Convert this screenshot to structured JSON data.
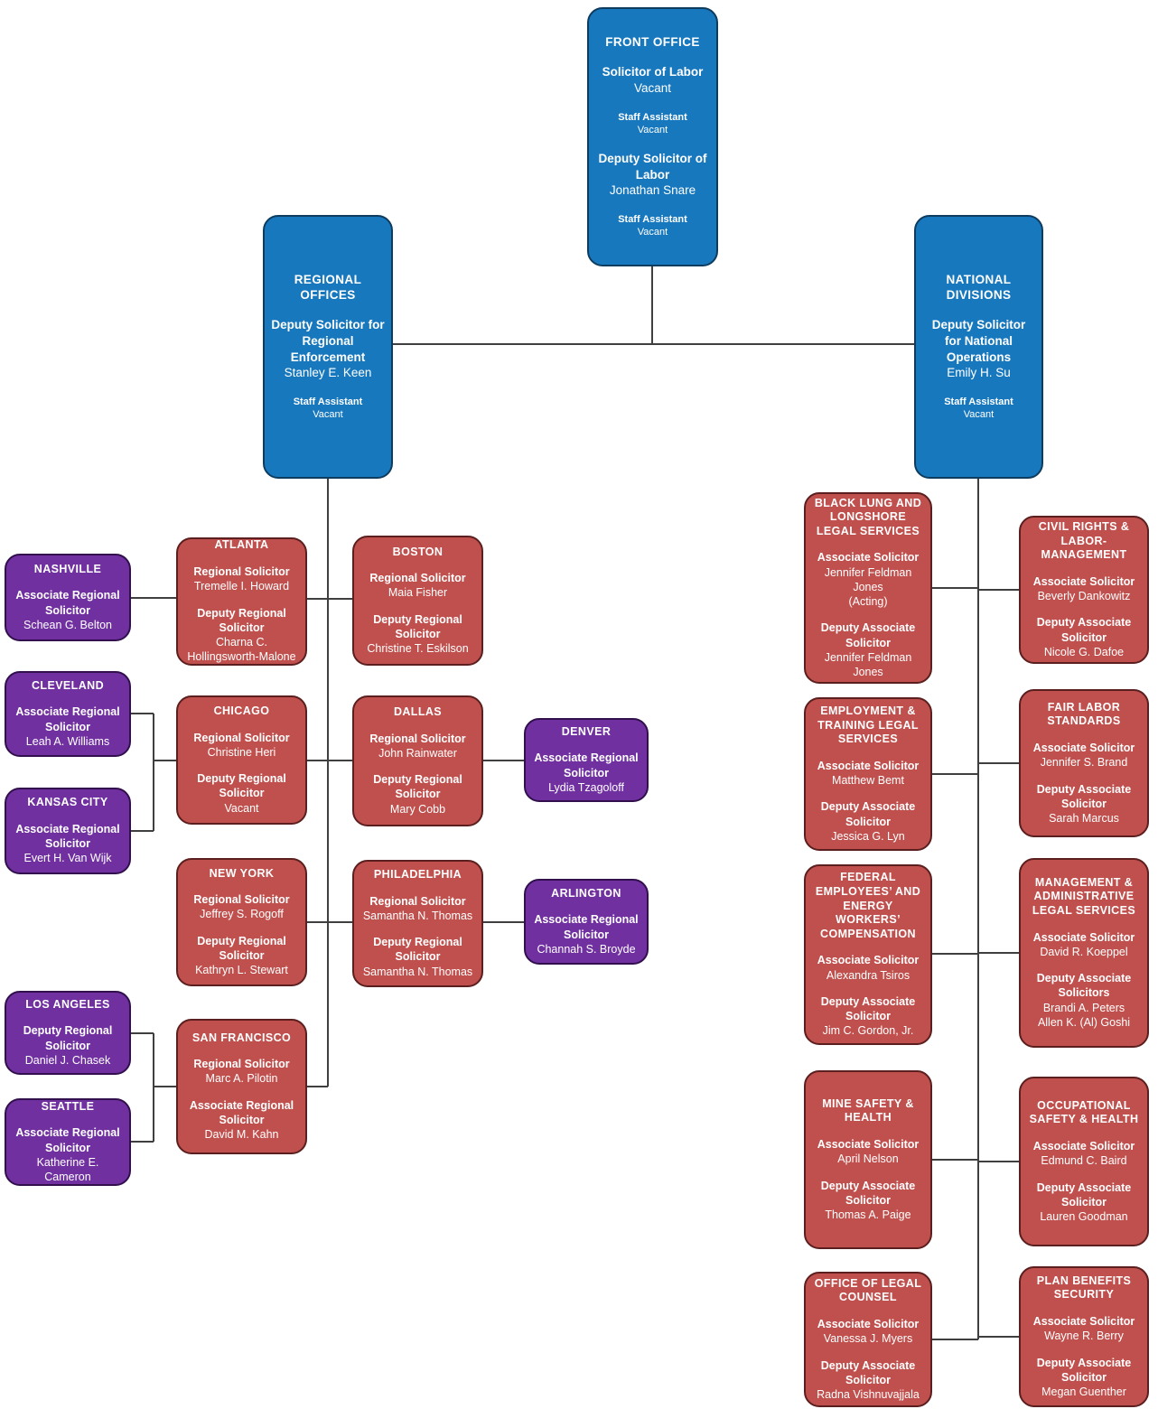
{
  "colors": {
    "front_office_blue": "#1878be",
    "division_red": "#c0504d",
    "associate_purple": "#7030a0",
    "connector_line": "#3f3f3f",
    "text": "#ffffff"
  },
  "boxes": [
    {
      "key": "front-office",
      "color": "blue",
      "title": "FRONT OFFICE",
      "entries": [
        {
          "role": "Solicitor of Labor",
          "names": [
            "Vacant"
          ]
        },
        {
          "role": "Staff Assistant",
          "names": [
            "Vacant"
          ],
          "small": true
        },
        {
          "role": "Deputy Solicitor of Labor",
          "names": [
            "Jonathan Snare"
          ]
        },
        {
          "role": "Staff Assistant",
          "names": [
            "Vacant"
          ],
          "small": true
        }
      ]
    },
    {
      "key": "regional-offices",
      "color": "blue",
      "title": "REGIONAL OFFICES",
      "entries": [
        {
          "role": "Deputy Solicitor for Regional Enforcement",
          "names": [
            "Stanley E. Keen"
          ]
        },
        {
          "role": "Staff Assistant",
          "names": [
            "Vacant"
          ],
          "small": true
        }
      ]
    },
    {
      "key": "national-divisions",
      "color": "blue",
      "title": "NATIONAL DIVISIONS",
      "entries": [
        {
          "role": "Deputy Solicitor for National Operations",
          "names": [
            "Emily H. Su"
          ]
        },
        {
          "role": "Staff Assistant",
          "names": [
            "Vacant"
          ],
          "small": true
        }
      ]
    },
    {
      "key": "nashville",
      "color": "purple",
      "title": "NASHVILLE",
      "entries": [
        {
          "role": "Associate Regional Solicitor",
          "names": [
            "Schean G. Belton"
          ]
        }
      ]
    },
    {
      "key": "cleveland",
      "color": "purple",
      "title": "CLEVELAND",
      "entries": [
        {
          "role": "Associate Regional Solicitor",
          "names": [
            "Leah A. Williams"
          ]
        }
      ]
    },
    {
      "key": "kansas-city",
      "color": "purple",
      "title": "KANSAS CITY",
      "entries": [
        {
          "role": "Associate Regional Solicitor",
          "names": [
            "Evert H. Van Wijk"
          ]
        }
      ]
    },
    {
      "key": "los-angeles",
      "color": "purple",
      "title": "LOS ANGELES",
      "entries": [
        {
          "role": "Deputy Regional Solicitor",
          "names": [
            "Daniel J. Chasek"
          ]
        }
      ]
    },
    {
      "key": "seattle",
      "color": "purple",
      "title": "SEATTLE",
      "entries": [
        {
          "role": "Associate Regional Solicitor",
          "names": [
            "Katherine E. Cameron"
          ]
        }
      ]
    },
    {
      "key": "atlanta",
      "color": "red",
      "title": "ATLANTA",
      "entries": [
        {
          "role": "Regional Solicitor",
          "names": [
            "Tremelle I. Howard"
          ]
        },
        {
          "role": "Deputy Regional Solicitor",
          "names": [
            "Charna C. Hollingsworth-Malone"
          ]
        }
      ]
    },
    {
      "key": "chicago",
      "color": "red",
      "title": "CHICAGO",
      "entries": [
        {
          "role": "Regional Solicitor",
          "names": [
            "Christine Heri"
          ]
        },
        {
          "role": "Deputy Regional Solicitor",
          "names": [
            "Vacant"
          ]
        }
      ]
    },
    {
      "key": "new-york",
      "color": "red",
      "title": "NEW YORK",
      "entries": [
        {
          "role": "Regional Solicitor",
          "names": [
            "Jeffrey S. Rogoff"
          ]
        },
        {
          "role": "Deputy Regional Solicitor",
          "names": [
            "Kathryn L. Stewart"
          ]
        }
      ]
    },
    {
      "key": "san-francisco",
      "color": "red",
      "title": "SAN FRANCISCO",
      "entries": [
        {
          "role": "Regional Solicitor",
          "names": [
            "Marc A. Pilotin"
          ]
        },
        {
          "role": "Associate Regional Solicitor",
          "names": [
            "David M. Kahn"
          ]
        }
      ]
    },
    {
      "key": "boston",
      "color": "red",
      "title": "BOSTON",
      "entries": [
        {
          "role": "Regional Solicitor",
          "names": [
            "Maia Fisher"
          ]
        },
        {
          "role": "Deputy Regional Solicitor",
          "names": [
            "Christine T. Eskilson"
          ]
        }
      ]
    },
    {
      "key": "dallas",
      "color": "red",
      "title": "DALLAS",
      "entries": [
        {
          "role": "Regional Solicitor",
          "names": [
            "John Rainwater"
          ]
        },
        {
          "role": "Deputy Regional Solicitor",
          "names": [
            "Mary Cobb"
          ]
        }
      ]
    },
    {
      "key": "philadelphia",
      "color": "red",
      "title": "PHILADELPHIA",
      "entries": [
        {
          "role": "Regional Solicitor",
          "names": [
            "Samantha N. Thomas"
          ]
        },
        {
          "role": "Deputy Regional Solicitor",
          "names": [
            "Samantha N. Thomas"
          ]
        }
      ]
    },
    {
      "key": "denver",
      "color": "purple",
      "title": "DENVER",
      "entries": [
        {
          "role": "Associate Regional Solicitor",
          "names": [
            "Lydia Tzagoloff"
          ]
        }
      ]
    },
    {
      "key": "arlington",
      "color": "purple",
      "title": "ARLINGTON",
      "entries": [
        {
          "role": "Associate Regional Solicitor",
          "names": [
            "Channah S. Broyde"
          ]
        }
      ]
    },
    {
      "key": "black-lung",
      "color": "red",
      "title": "BLACK LUNG AND LONGSHORE LEGAL SERVICES",
      "entries": [
        {
          "role": "Associate Solicitor",
          "names": [
            "Jennifer Feldman Jones",
            "(Acting)"
          ]
        },
        {
          "role": "Deputy Associate Solicitor",
          "names": [
            "Jennifer Feldman Jones"
          ]
        }
      ]
    },
    {
      "key": "employment-training",
      "color": "red",
      "title": "EMPLOYMENT & TRAINING LEGAL SERVICES",
      "entries": [
        {
          "role": "Associate Solicitor",
          "names": [
            "Matthew Bemt"
          ]
        },
        {
          "role": "Deputy Associate Solicitor",
          "names": [
            "Jessica G. Lyn"
          ]
        }
      ]
    },
    {
      "key": "federal-employees",
      "color": "red",
      "title": "FEDERAL EMPLOYEES’ AND ENERGY WORKERS’ COMPENSATION",
      "entries": [
        {
          "role": "Associate Solicitor",
          "names": [
            "Alexandra Tsiros"
          ]
        },
        {
          "role": "Deputy Associate Solicitor",
          "names": [
            "Jim C. Gordon, Jr."
          ]
        }
      ]
    },
    {
      "key": "mine-safety",
      "color": "red",
      "title": "MINE SAFETY & HEALTH",
      "entries": [
        {
          "role": "Associate Solicitor",
          "names": [
            "April Nelson"
          ]
        },
        {
          "role": "Deputy Associate Solicitor",
          "names": [
            "Thomas A. Paige"
          ]
        }
      ]
    },
    {
      "key": "legal-counsel",
      "color": "red",
      "title": "OFFICE OF LEGAL COUNSEL",
      "entries": [
        {
          "role": "Associate Solicitor",
          "names": [
            "Vanessa J. Myers"
          ]
        },
        {
          "role": "Deputy Associate Solicitor",
          "names": [
            "Radna Vishnuvajjala"
          ]
        }
      ]
    },
    {
      "key": "civil-rights",
      "color": "red",
      "title": "CIVIL RIGHTS & LABOR-MANAGEMENT",
      "entries": [
        {
          "role": "Associate Solicitor",
          "names": [
            "Beverly Dankowitz"
          ]
        },
        {
          "role": "Deputy Associate Solicitor",
          "names": [
            "Nicole G. Dafoe"
          ]
        }
      ]
    },
    {
      "key": "fair-labor",
      "color": "red",
      "title": "FAIR LABOR STANDARDS",
      "entries": [
        {
          "role": "Associate Solicitor",
          "names": [
            "Jennifer S. Brand"
          ]
        },
        {
          "role": "Deputy Associate Solicitor",
          "names": [
            "Sarah Marcus"
          ]
        }
      ]
    },
    {
      "key": "management-admin",
      "color": "red",
      "title": "MANAGEMENT & ADMINISTRATIVE LEGAL SERVICES",
      "entries": [
        {
          "role": "Associate Solicitor",
          "names": [
            "David R. Koeppel"
          ]
        },
        {
          "role": "Deputy Associate Solicitors",
          "names": [
            "Brandi A. Peters",
            "Allen K. (Al) Goshi"
          ]
        }
      ]
    },
    {
      "key": "occupational-safety-health",
      "color": "red",
      "title": "OCCUPATIONAL SAFETY & HEALTH",
      "entries": [
        {
          "role": "Associate Solicitor",
          "names": [
            "Edmund C. Baird"
          ]
        },
        {
          "role": "Deputy Associate Solicitor",
          "names": [
            "Lauren Goodman"
          ]
        }
      ]
    },
    {
      "key": "plan-benefits",
      "color": "red",
      "title": "PLAN BENEFITS SECURITY",
      "entries": [
        {
          "role": "Associate Solicitor",
          "names": [
            "Wayne R. Berry"
          ]
        },
        {
          "role": "Deputy Associate Solicitor",
          "names": [
            "Megan Guenther"
          ]
        }
      ]
    }
  ]
}
